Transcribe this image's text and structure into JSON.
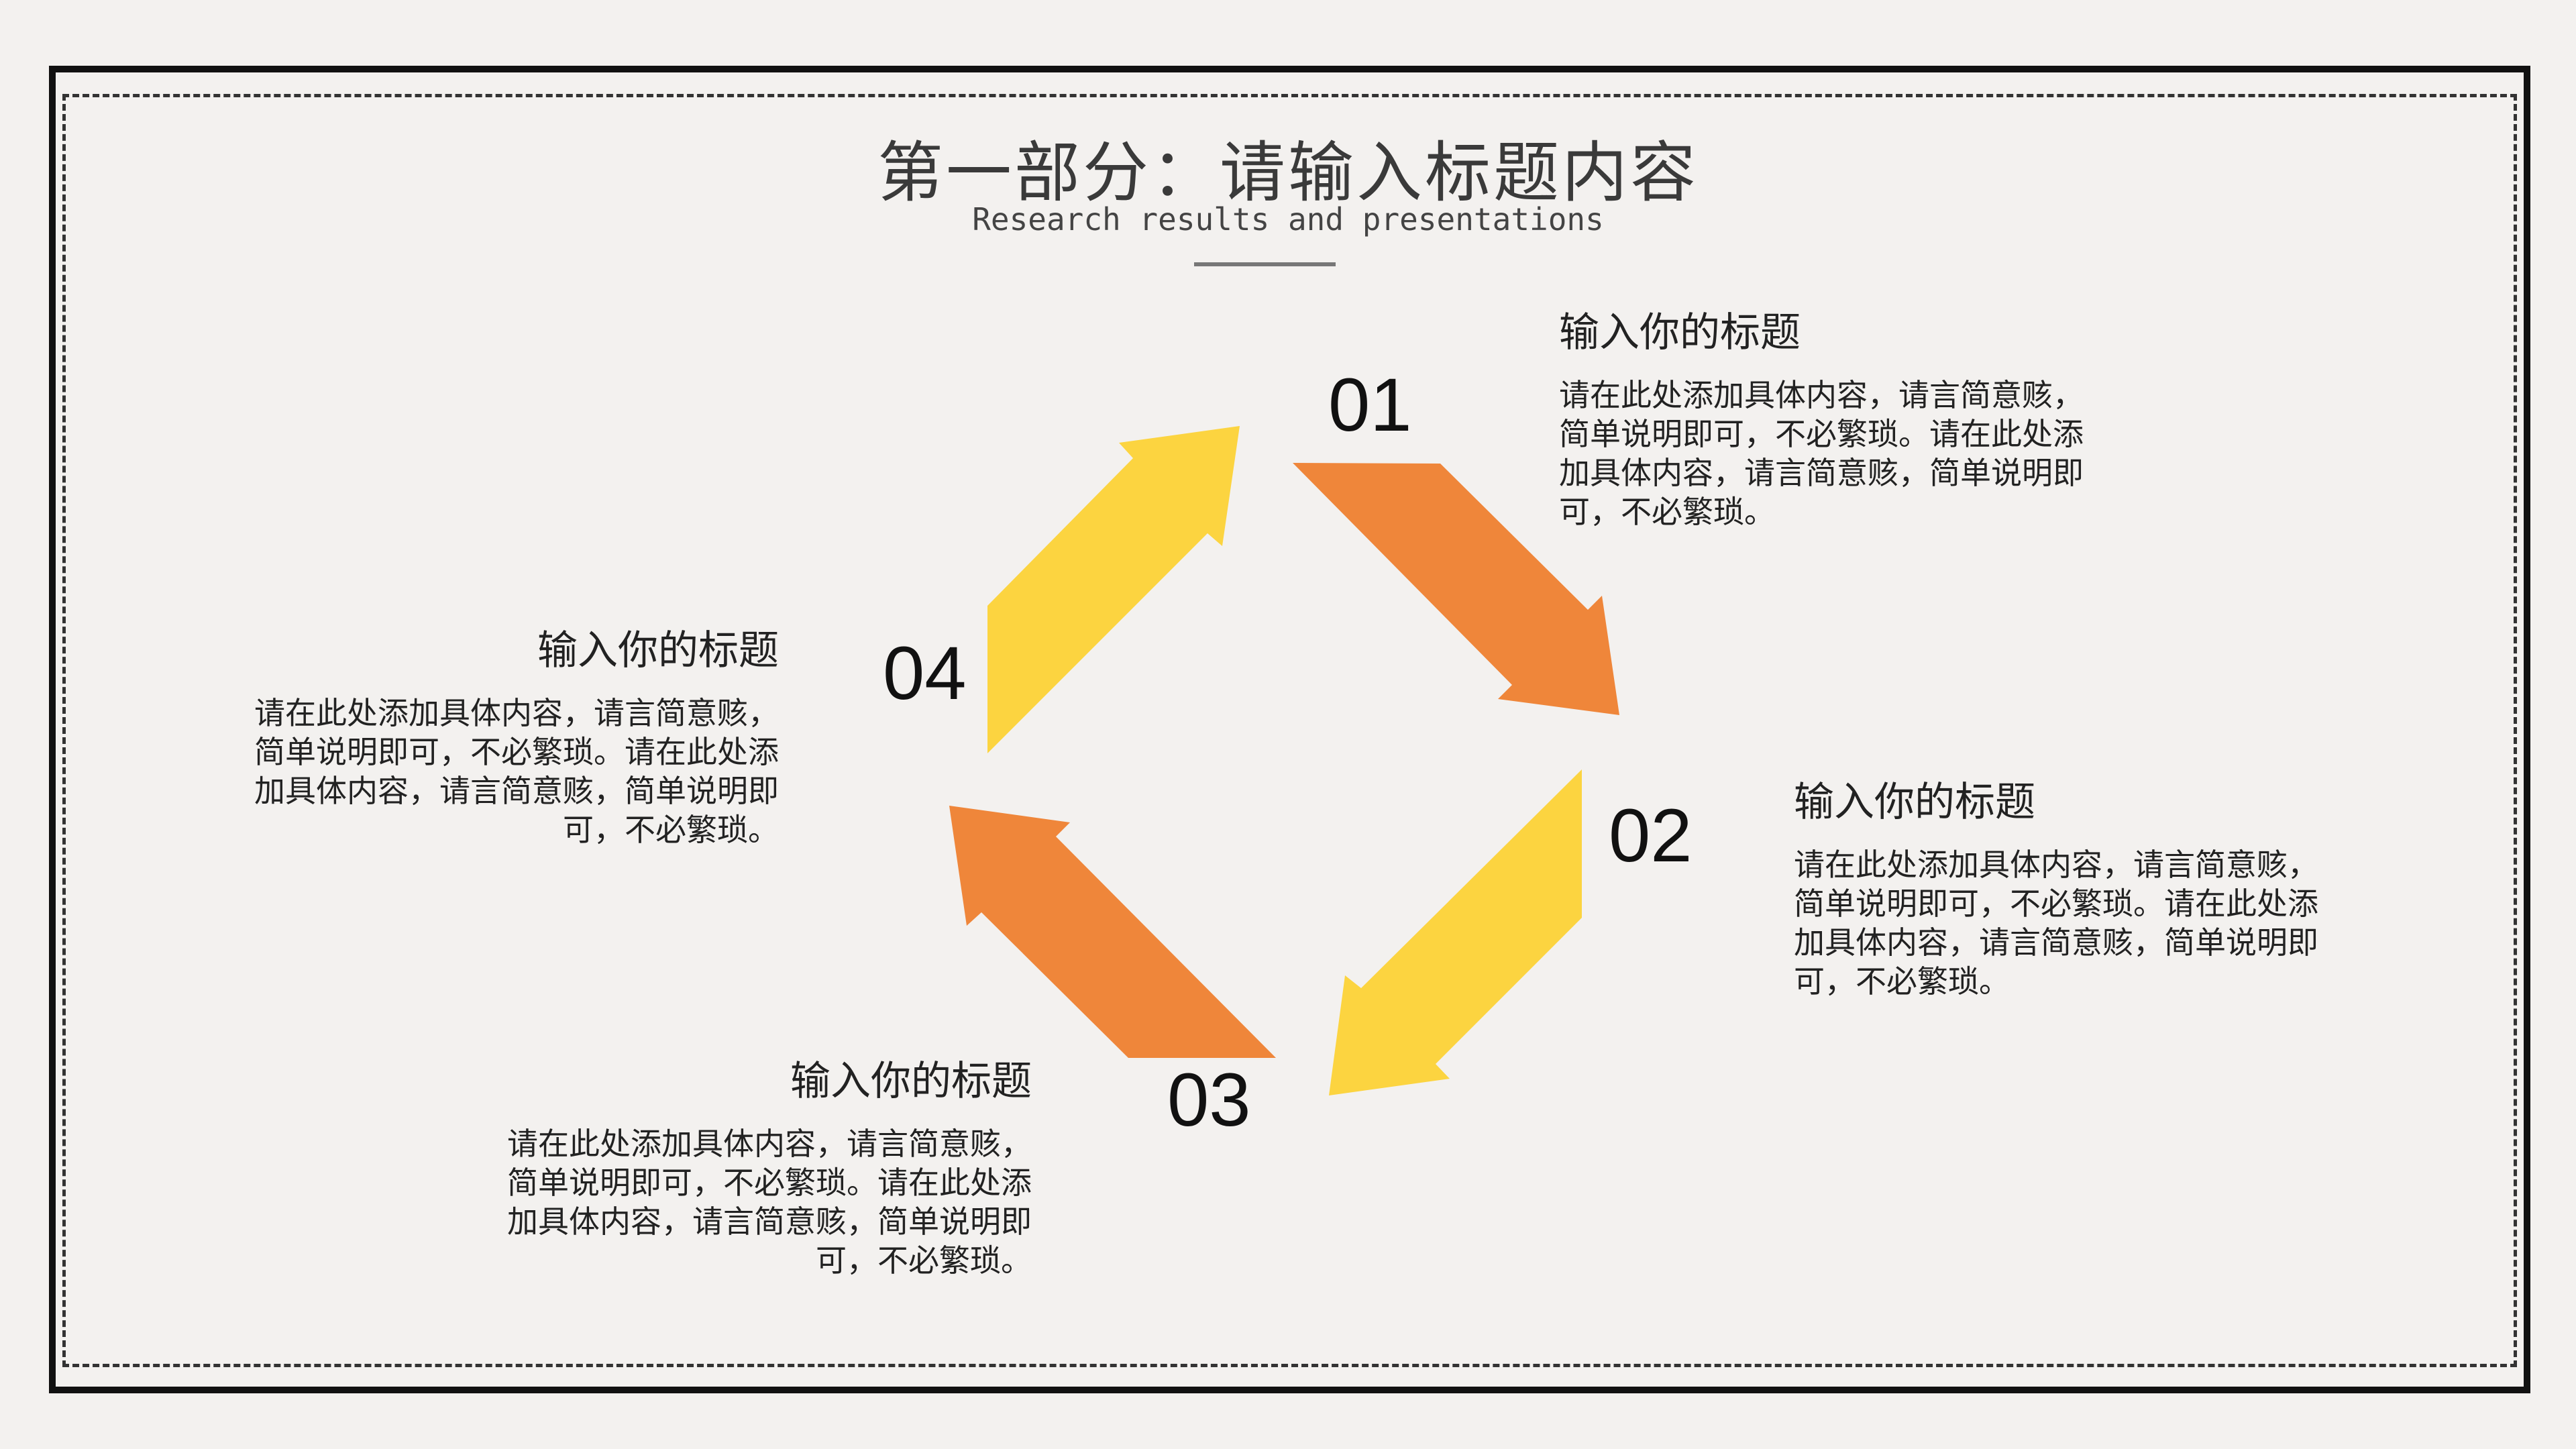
{
  "header": {
    "title": "第一部分：请输入标题内容",
    "subtitle": "Research results and presentations"
  },
  "colors": {
    "orange": "#ef863a",
    "yellow": "#fcd440",
    "frame": "#111111"
  },
  "cycle": {
    "steps": [
      {
        "number": "01",
        "title": "输入你的标题",
        "body": "请在此处添加具体内容，请言简意赅，简单说明即可，不必繁琐。请在此处添加具体内容，请言简意赅，简单说明即可，不必繁琐。"
      },
      {
        "number": "02",
        "title": "输入你的标题",
        "body": "请在此处添加具体内容，请言简意赅，简单说明即可，不必繁琐。请在此处添加具体内容，请言简意赅，简单说明即可，不必繁琐。"
      },
      {
        "number": "03",
        "title": "输入你的标题",
        "body": "请在此处添加具体内容，请言简意赅，简单说明即可，不必繁琐。请在此处添加具体内容，请言简意赅，简单说明即可，不必繁琐。"
      },
      {
        "number": "04",
        "title": "输入你的标题",
        "body": "请在此处添加具体内容，请言简意赅，简单说明即可，不必繁琐。请在此处添加具体内容，请言简意赅，简单说明即可，不必繁琐。"
      }
    ]
  }
}
